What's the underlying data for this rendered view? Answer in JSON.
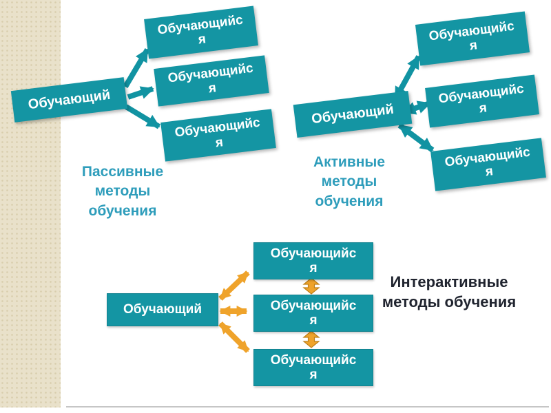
{
  "slide": {
    "colors": {
      "box_teal": "#1495A3",
      "arrow_teal": "#1193A2",
      "arrow_orange": "#EFA32B",
      "arrow_orange_outline": "#BE7F17",
      "caption_teal": "#2E9DBB",
      "caption_dark": "#20242F",
      "box_text": "#FFFFFF",
      "sidebar_beige": "#E9E1CA"
    },
    "diagrams": {
      "passive": {
        "title": "Пассивные методы обучения",
        "teacher": "Обучающий",
        "students": [
          "Обучающийся",
          "Обучающийся",
          "Обучающийся"
        ],
        "arrow_style": "one-way"
      },
      "active": {
        "title": "Активные методы обучения",
        "teacher": "Обучающий",
        "students": [
          "Обучающийся",
          "Обучающийся",
          "Обучающийся"
        ],
        "arrow_style": "two-way"
      },
      "interactive": {
        "title": "Интерактивные методы обучения",
        "teacher": "Обучающий",
        "students": [
          "Обучающийся",
          "Обучающийся",
          "Обучающийся"
        ],
        "arrow_style": "two-way-networked"
      }
    }
  }
}
